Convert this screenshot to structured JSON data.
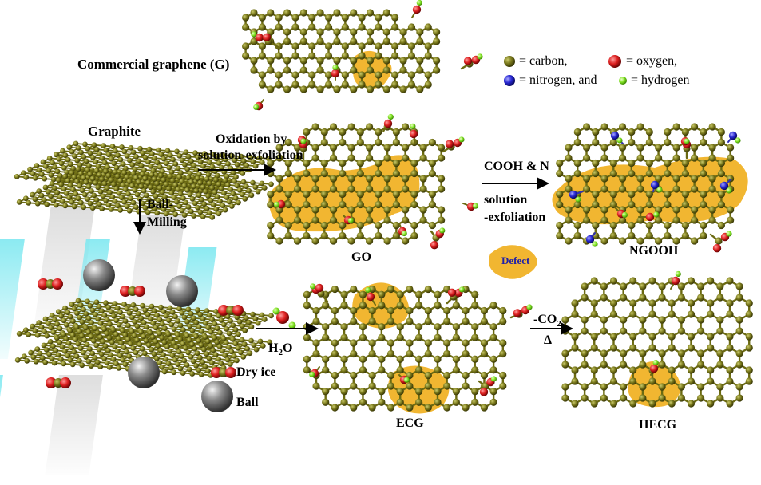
{
  "labels": {
    "commercial_graphene": "Commercial graphene (G)",
    "graphite": "Graphite",
    "oxidation_line1": "Oxidation by",
    "oxidation_line2": "solution-exfoliation",
    "go": "GO",
    "cooh_n": "COOH & N",
    "solution_line1": "solution",
    "solution_line2": "-exfoliation",
    "ngooh": "NGOOH",
    "defect": "Defect",
    "ball_line1": "Ball-",
    "ball_line2": "Milling",
    "water_h": "H",
    "water_sub": "2",
    "water_o": "O",
    "dry_ice": "Dry ice",
    "ball": "Ball",
    "ecg": "ECG",
    "minus_co_prefix": "-CO",
    "minus_co_sub": "2",
    "delta": "Δ",
    "hecg": "HECG"
  },
  "legend": {
    "carbon": "= carbon,",
    "oxygen": "= oxygen,",
    "nitrogen": "= nitrogen, and",
    "hydrogen": "= hydrogen"
  },
  "colors": {
    "carbon": "#6b6a12",
    "oxygen": "#d21a1a",
    "nitrogen": "#2020c8",
    "hydrogen": "#7ee61e",
    "defect": "#f0b020",
    "ball": "#6a6a6a",
    "bond": "#6b6a12"
  }
}
